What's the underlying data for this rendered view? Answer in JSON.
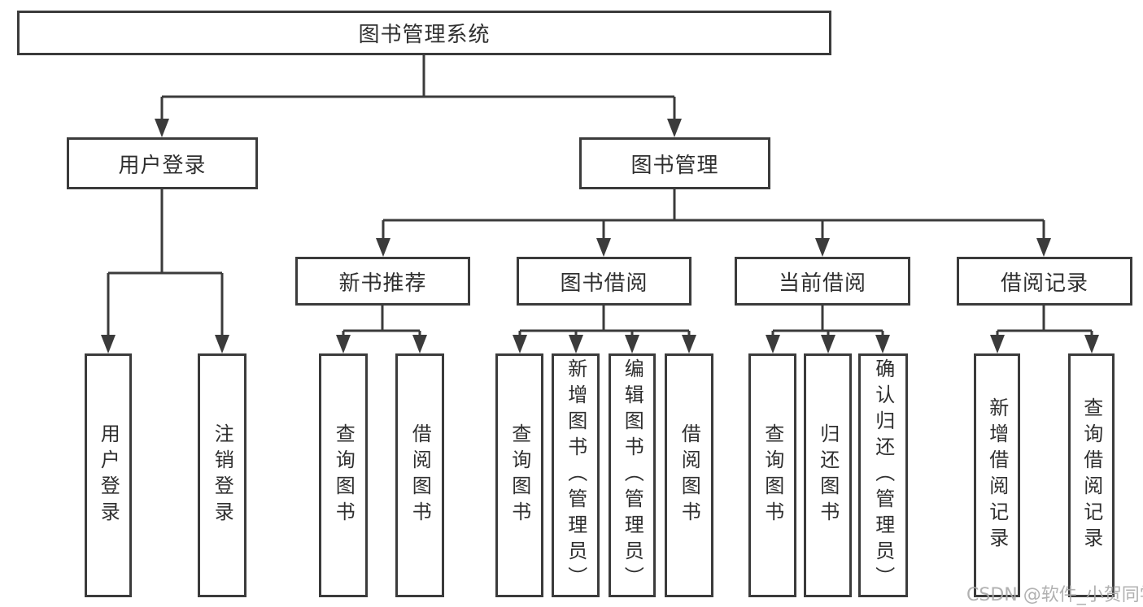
{
  "tree": {
    "label": "图书管理系统",
    "children": [
      {
        "label": "用户登录",
        "children": [
          {
            "label": "用户登录"
          },
          {
            "label": "注销登录"
          }
        ]
      },
      {
        "label": "图书管理",
        "children": [
          {
            "label": "新书推荐",
            "children": [
              {
                "label": "查询图书"
              },
              {
                "label": "借阅图书"
              }
            ]
          },
          {
            "label": "图书借阅",
            "children": [
              {
                "label": "查询图书"
              },
              {
                "label": "新增图书（管理员）"
              },
              {
                "label": "编辑图书（管理员）"
              },
              {
                "label": "借阅图书"
              }
            ]
          },
          {
            "label": "当前借阅",
            "children": [
              {
                "label": "查询图书"
              },
              {
                "label": "归还图书"
              },
              {
                "label": "确认归还（管理员）"
              }
            ]
          },
          {
            "label": "借阅记录",
            "children": [
              {
                "label": "新增借阅记录"
              },
              {
                "label": "查询借阅记录"
              }
            ]
          }
        ]
      }
    ]
  },
  "watermark": "CSDN @软件_小贺同学",
  "colors": {
    "line": "#3b3b3b",
    "text": "#2f2f2f",
    "watermark": "#a8a8a8",
    "background": "#ffffff"
  }
}
